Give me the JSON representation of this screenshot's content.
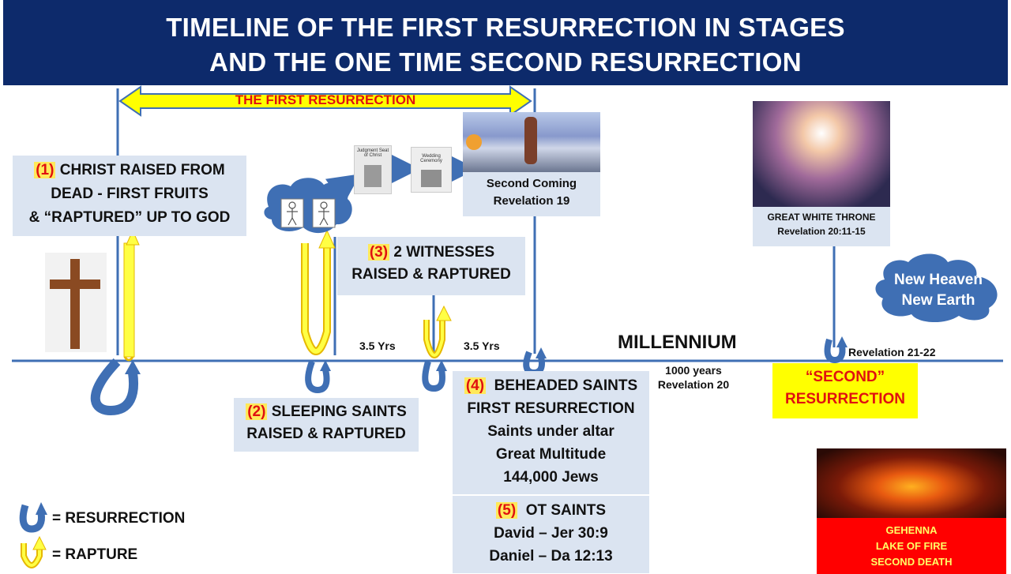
{
  "title": {
    "line1": "TIMELINE OF THE FIRST RESURRECTION IN STAGES",
    "line2": "AND THE ONE TIME SECOND RESURRECTION"
  },
  "first_resurrection_banner": "THE FIRST RESURRECTION",
  "stage1": {
    "number": "(1)",
    "line1": "CHRIST RAISED FROM",
    "line2": "DEAD - FIRST FRUITS",
    "line3": "& “RAPTURED” UP TO GOD"
  },
  "stage2": {
    "number": "(2)",
    "line1": "SLEEPING SAINTS",
    "line2": "RAISED & RAPTURED"
  },
  "stage3": {
    "number": "(3)",
    "line1": "2 WITNESSES",
    "line2": "RAISED & RAPTURED"
  },
  "stage4": {
    "number": "(4)",
    "line1": "BEHEADED SAINTS",
    "line2": "FIRST RESURRECTION",
    "line3": "Saints under altar",
    "line4": "Great Multitude",
    "line5": "144,000 Jews"
  },
  "stage5": {
    "number": "(5)",
    "line1": "OT SAINTS",
    "line2": "David – Jer 30:9",
    "line3": "Daniel – Da 12:13"
  },
  "judgment_seat_label": "Judgment Seat of Christ",
  "wedding_label": "Wedding Ceremony",
  "second_coming": {
    "line1": "Second Coming",
    "line2": "Revelation 19"
  },
  "great_white_throne": {
    "line1": "GREAT WHITE THRONE",
    "line2": "Revelation 20:11-15"
  },
  "new_heaven": {
    "line1": "New Heaven",
    "line2": "New Earth"
  },
  "revelation_21_22": "Revelation 21-22",
  "millennium": "MILLENNIUM",
  "years_1": "3.5 Yrs",
  "years_2": "3.5 Yrs",
  "thousand_years": {
    "line1": "1000 years",
    "line2": "Revelation 20"
  },
  "second_resurrection": {
    "line1": "“SECOND”",
    "line2": "RESURRECTION"
  },
  "gehenna": {
    "line1": "GEHENNA",
    "line2": "LAKE OF FIRE",
    "line3": "SECOND DEATH"
  },
  "legend": {
    "resurrection": "= RESURRECTION",
    "rapture": "= RAPTURE"
  },
  "colors": {
    "title_bg": "#0d2a6b",
    "box_bg": "#dbe4f1",
    "timeline": "#3f6fb4",
    "rapture": "#f5e400",
    "highlight": "#ffff00",
    "red": "#e01010"
  }
}
